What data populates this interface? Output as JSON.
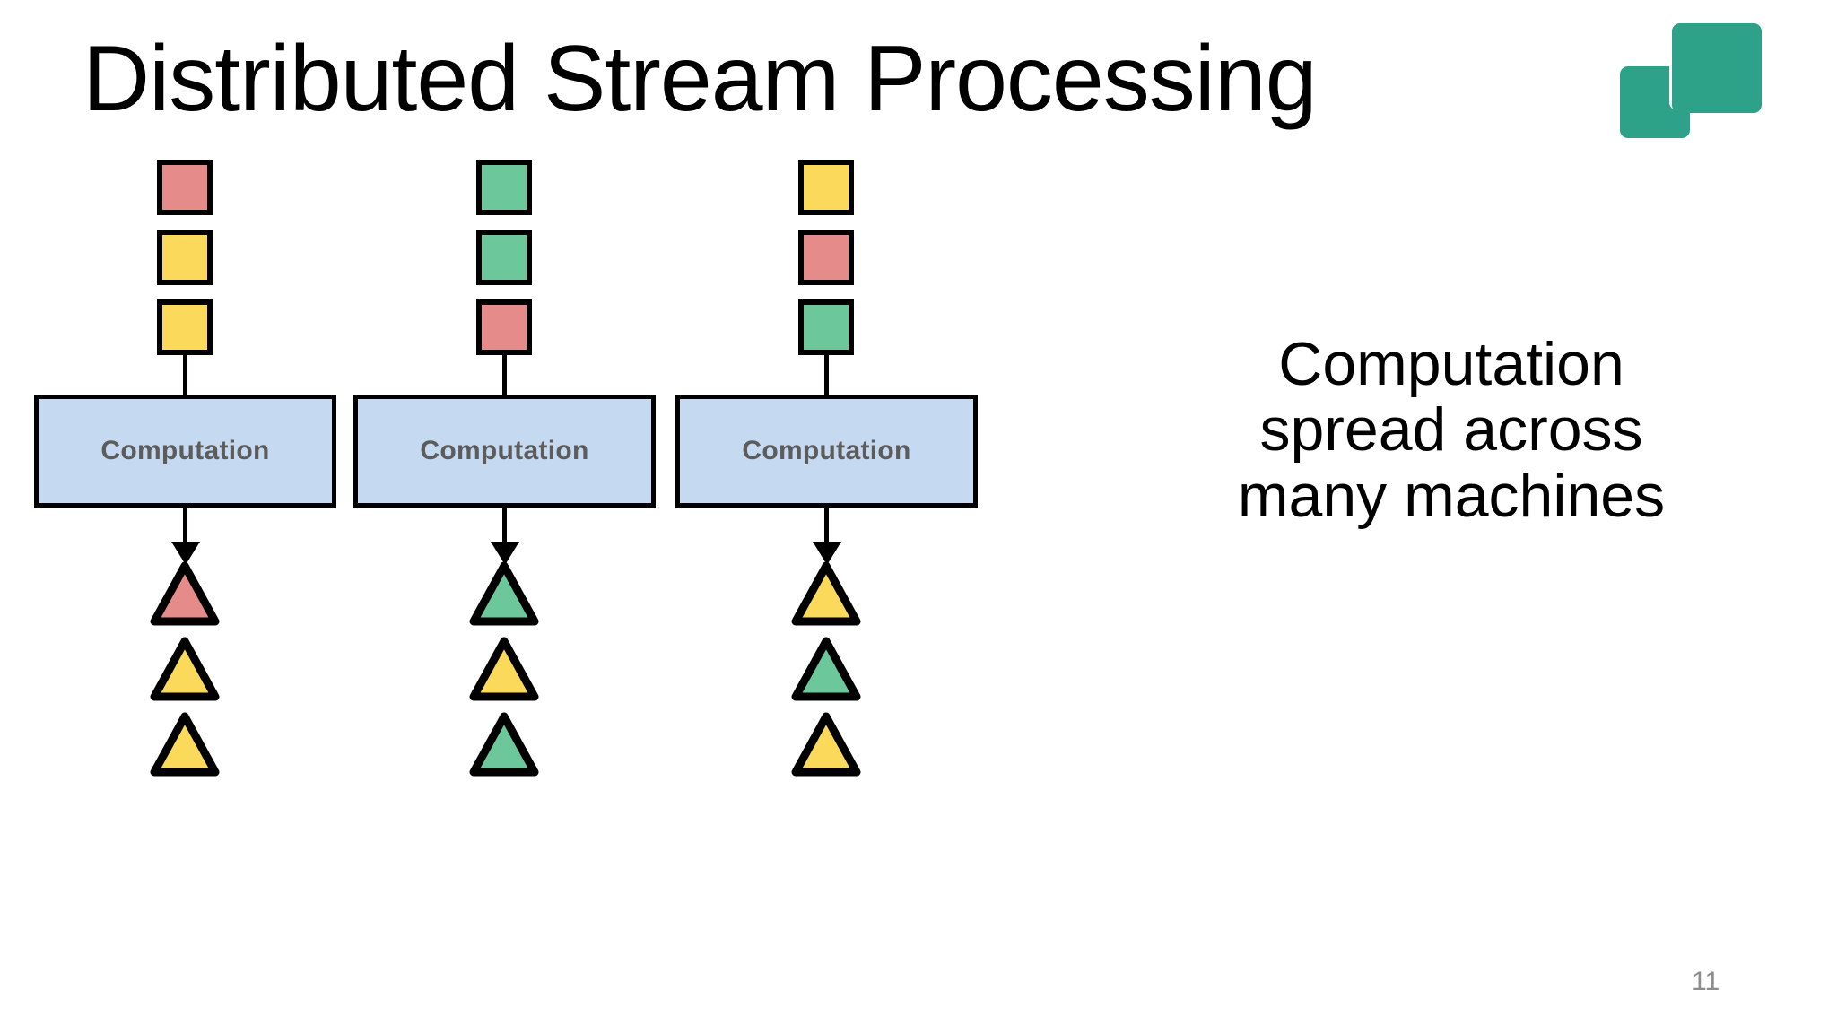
{
  "slide": {
    "title": "Distributed Stream Processing",
    "page_number": "11",
    "background_color": "#FFFFFF"
  },
  "logo": {
    "name": "two-overlapping-rounded-squares",
    "color": "#2EA189"
  },
  "palette": {
    "red": "#E58B89",
    "yellow": "#FAD95B",
    "green": "#6CC architecture"
  },
  "colors": {
    "red": "#E58B89",
    "yellow": "#FAD95B",
    "green": "#6CC79A",
    "box_fill": "#C5D9F1",
    "box_border": "#000000",
    "box_text": "#5C5C5C",
    "page_number": "#8C8C8C"
  },
  "columns": [
    {
      "id": "column-1",
      "input_squares": [
        "red",
        "yellow",
        "yellow"
      ],
      "box_label": "Computation",
      "output_triangles": [
        "red",
        "yellow",
        "yellow"
      ]
    },
    {
      "id": "column-2",
      "input_squares": [
        "green",
        "green",
        "red"
      ],
      "box_label": "Computation",
      "output_triangles": [
        "green",
        "yellow",
        "green"
      ]
    },
    {
      "id": "column-3",
      "input_squares": [
        "yellow",
        "red",
        "green"
      ],
      "box_label": "Computation",
      "output_triangles": [
        "yellow",
        "green",
        "yellow"
      ]
    }
  ],
  "caption": {
    "lines": [
      "Computation",
      "spread across",
      "many machines"
    ],
    "full_text": "Computation spread across many machines"
  }
}
